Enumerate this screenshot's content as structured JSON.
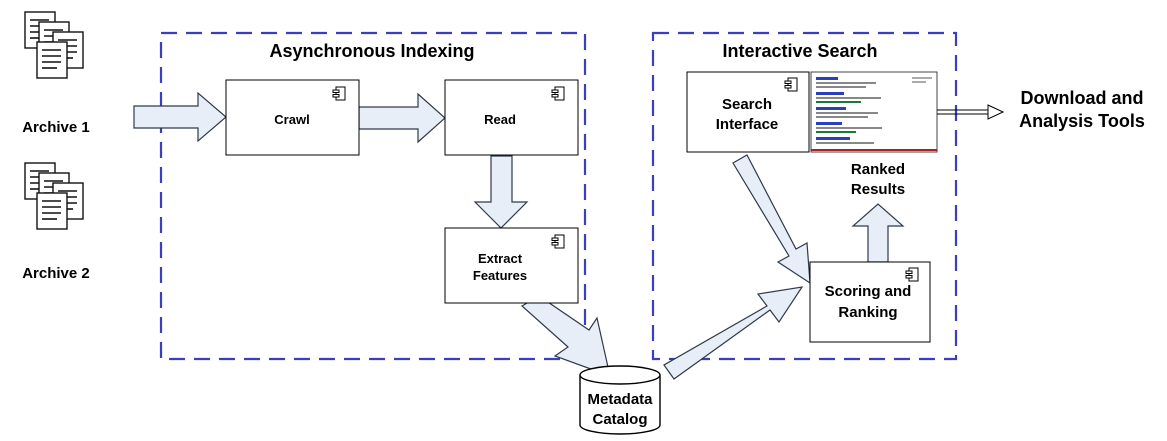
{
  "sources": [
    {
      "label": "Archive 1",
      "icon": "document-stack-icon"
    },
    {
      "label": "Archive 2",
      "icon": "document-stack-icon"
    }
  ],
  "groups": {
    "indexing": {
      "title": "Asynchronous Indexing"
    },
    "search": {
      "title": "Interactive Search"
    }
  },
  "components": {
    "crawl": {
      "label": "Crawl"
    },
    "read": {
      "label": "Read"
    },
    "extract": {
      "line1": "Extract",
      "line2": "Features"
    },
    "search_interface": {
      "line1": "Search",
      "line2": "Interface"
    },
    "scoring": {
      "line1": "Scoring and",
      "line2": "Ranking"
    }
  },
  "catalog": {
    "line1": "Metadata",
    "line2": "Catalog"
  },
  "results": {
    "line1": "Ranked",
    "line2": "Results"
  },
  "output": {
    "line1": "Download and",
    "line2": "Analysis Tools"
  },
  "colors": {
    "group_border": "#3a3fc0",
    "arrow_fill": "#e8eef8",
    "results_accent": "#b02020"
  }
}
